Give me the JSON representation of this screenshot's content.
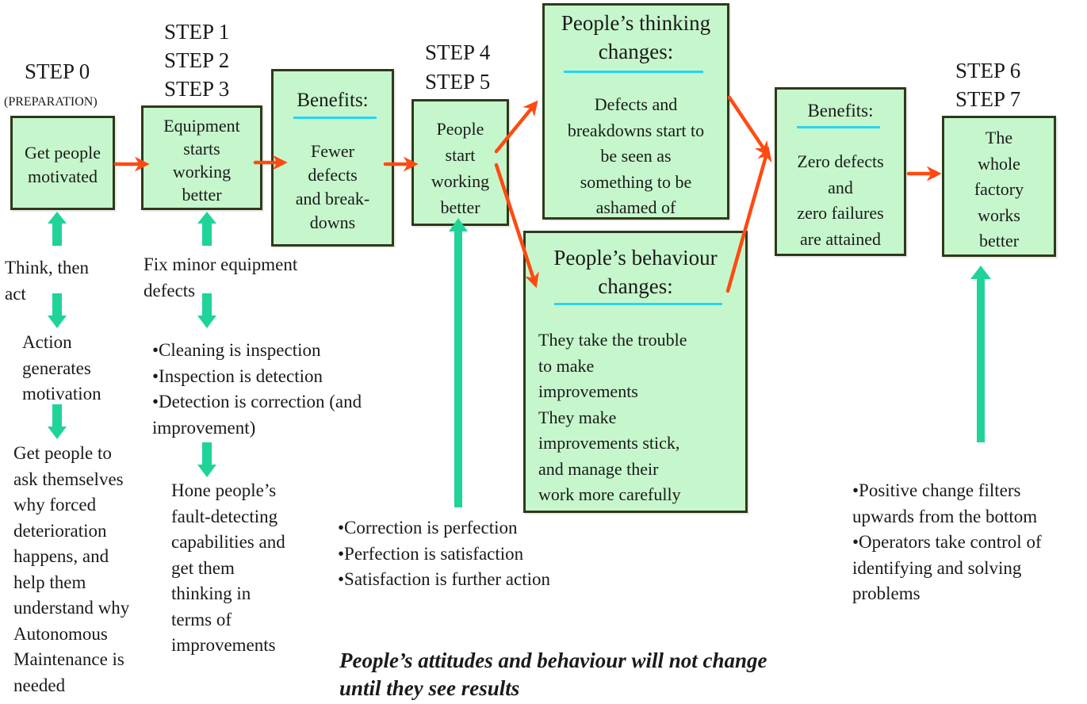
{
  "colors": {
    "box_fill": "#c6f7cc",
    "box_border": "#2e3a1a",
    "flow_arrow": "#ff4a12",
    "support_arrow": "#1fd39a",
    "underline": "#28d4f2"
  },
  "steps": {
    "step0": "STEP 0",
    "preparation": "(PREPARATION)",
    "steps123": [
      "STEP 1",
      "STEP 2",
      "STEP 3"
    ],
    "steps45": [
      "STEP 4",
      "STEP 5"
    ],
    "steps67": [
      "STEP 6",
      "STEP 7"
    ]
  },
  "boxes": {
    "motivated": [
      "Get people",
      "motivated"
    ],
    "equipment": [
      "Equipment",
      "starts",
      "working",
      "better"
    ],
    "benefits1": {
      "title": "Benefits:",
      "lines": [
        "Fewer",
        "defects",
        "and break-",
        "downs"
      ]
    },
    "people_working": [
      "People",
      "start",
      "working",
      "better"
    ],
    "thinking": {
      "title": [
        "People’s thinking",
        "changes:"
      ],
      "lines": [
        "Defects and",
        "breakdowns start to",
        "be seen as",
        "something to be",
        "ashamed of"
      ]
    },
    "behaviour": {
      "title": [
        "People’s behaviour",
        "changes:"
      ],
      "lines": [
        "They take the trouble",
        "to make",
        "improvements",
        "They make",
        "improvements stick,",
        "and manage their",
        "work more carefully"
      ]
    },
    "benefits2": {
      "title": "Benefits:",
      "lines": [
        "Zero defects",
        "and",
        "zero failures",
        "are attained"
      ]
    },
    "factory": [
      "The",
      "whole",
      "factory",
      "works",
      "better"
    ]
  },
  "annotations": {
    "think_act": [
      "Think, then",
      "act"
    ],
    "action_motivation": [
      "Action",
      "generates",
      "motivation"
    ],
    "ask_themselves": [
      "Get people to",
      "ask themselves",
      "why forced",
      "deterioration",
      "happens, and",
      "help them",
      "understand why",
      "Autonomous",
      "Maintenance is",
      "needed"
    ],
    "fix_minor": [
      "Fix minor equipment",
      "defects"
    ],
    "cleaning": [
      "•Cleaning is inspection",
      "•Inspection is detection",
      "•Detection is correction (and",
      "improvement)"
    ],
    "hone": [
      "Hone people’s",
      "fault-detecting",
      "capabilities and",
      "get them",
      "thinking in",
      "terms of",
      "improvements"
    ],
    "correction": [
      "•Correction is perfection",
      "•Perfection is satisfaction",
      "•Satisfaction is further action"
    ],
    "positive": [
      "•Positive change filters",
      "upwards from the bottom",
      "•Operators take control of",
      "identifying and solving",
      "problems"
    ]
  },
  "footnote": [
    "People’s attitudes and behaviour will not change",
    "until they see results"
  ]
}
